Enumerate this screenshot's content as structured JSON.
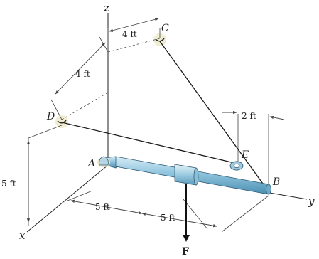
{
  "axes": {
    "x": "x",
    "y": "y",
    "z": "z"
  },
  "points": {
    "A": "A",
    "B": "B",
    "C": "C",
    "D": "D",
    "E": "E"
  },
  "dimensions": {
    "c_top": "4 ft",
    "d_c": "4 ft",
    "e_offset": "2 ft",
    "height": "5 ft",
    "x_segment": "5 ft",
    "rod_segment": "5 ft"
  },
  "force": "F",
  "colors": {
    "background": "#ffffff",
    "rod": "#8fc4dd",
    "rod_dark": "#4a8fb2",
    "line": "#1a1a1a",
    "dimension": "#444444",
    "hook_shadow": "#e9e6c2"
  }
}
